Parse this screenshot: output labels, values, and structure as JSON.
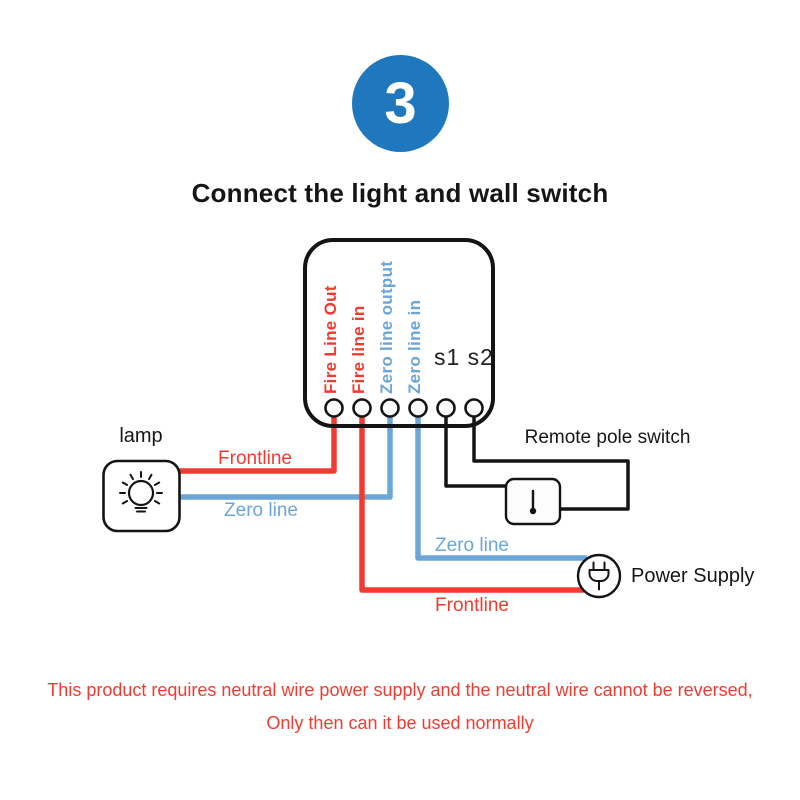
{
  "step": {
    "number": "3",
    "title": "Connect the light and wall switch"
  },
  "device": {
    "terminal_labels": [
      {
        "text": "Fire Line Out"
      },
      {
        "text": "Fire line in"
      },
      {
        "text": "Zero line output"
      },
      {
        "text": "Zero line in"
      }
    ],
    "s_terminal_label": "s1 s2"
  },
  "wire_labels": {
    "lamp": "lamp",
    "frontline_top": "Frontline",
    "zero_line_left": "Zero line",
    "zero_line_middle": "Zero line",
    "frontline_bottom": "Frontline",
    "remote_pole_switch": "Remote pole switch",
    "power_supply": "Power Supply"
  },
  "footer": {
    "line1": "This product requires neutral wire power supply and the neutral wire cannot be reversed,",
    "line2": "Only then can it be used normally"
  },
  "colors": {
    "step_badge_blue": "#1f78bd",
    "fire_line_red": "#f23b30",
    "zero_line_blue": "#6ca6d9",
    "black_wire": "#141414",
    "warning_red": "#f23b30"
  }
}
